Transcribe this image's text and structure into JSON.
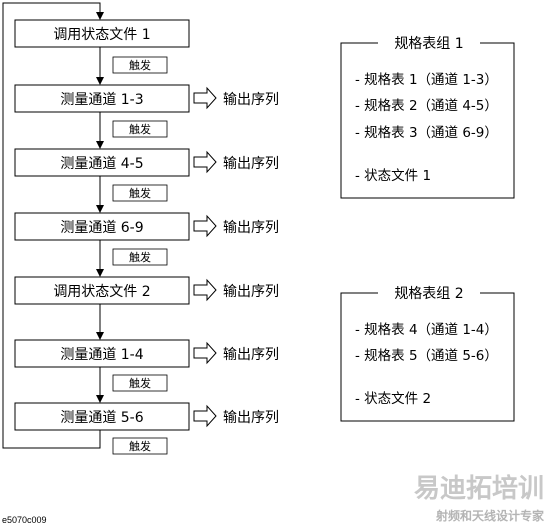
{
  "steps": [
    {
      "label": "调用状态文件 1",
      "trigger": "触发",
      "output": ""
    },
    {
      "label": "测量通道 1-3",
      "trigger": "触发",
      "output": "输出序列"
    },
    {
      "label": "测量通道 4-5",
      "trigger": "触发",
      "output": "输出序列"
    },
    {
      "label": "测量通道 6-9",
      "trigger": "触发",
      "output": "输出序列"
    },
    {
      "label": "调用状态文件 2",
      "trigger": "",
      "output": "输出序列"
    },
    {
      "label": "测量通道 1-4",
      "trigger": "触发",
      "output": "输出序列"
    },
    {
      "label": "测量通道 5-6",
      "trigger": "触发",
      "output": "输出序列"
    }
  ],
  "groups": [
    {
      "title": "规格表组 1",
      "items": [
        "- 规格表 1（通道 1-3）",
        "- 规格表 2（通道 4-5）",
        "- 规格表 3（通道 6-9）",
        "- 状态文件 1"
      ]
    },
    {
      "title": "规格表组 2",
      "items": [
        "- 规格表 4（通道 1-4）",
        "- 规格表 5（通道 5-6）",
        "- 状态文件 2"
      ]
    }
  ],
  "figure_id": "e5070c009",
  "watermark": {
    "main": "易迪拓培训",
    "sub": "射频和天线设计专家"
  },
  "colors": {
    "stroke": "#000000",
    "watermark": "#c8c8c8"
  }
}
